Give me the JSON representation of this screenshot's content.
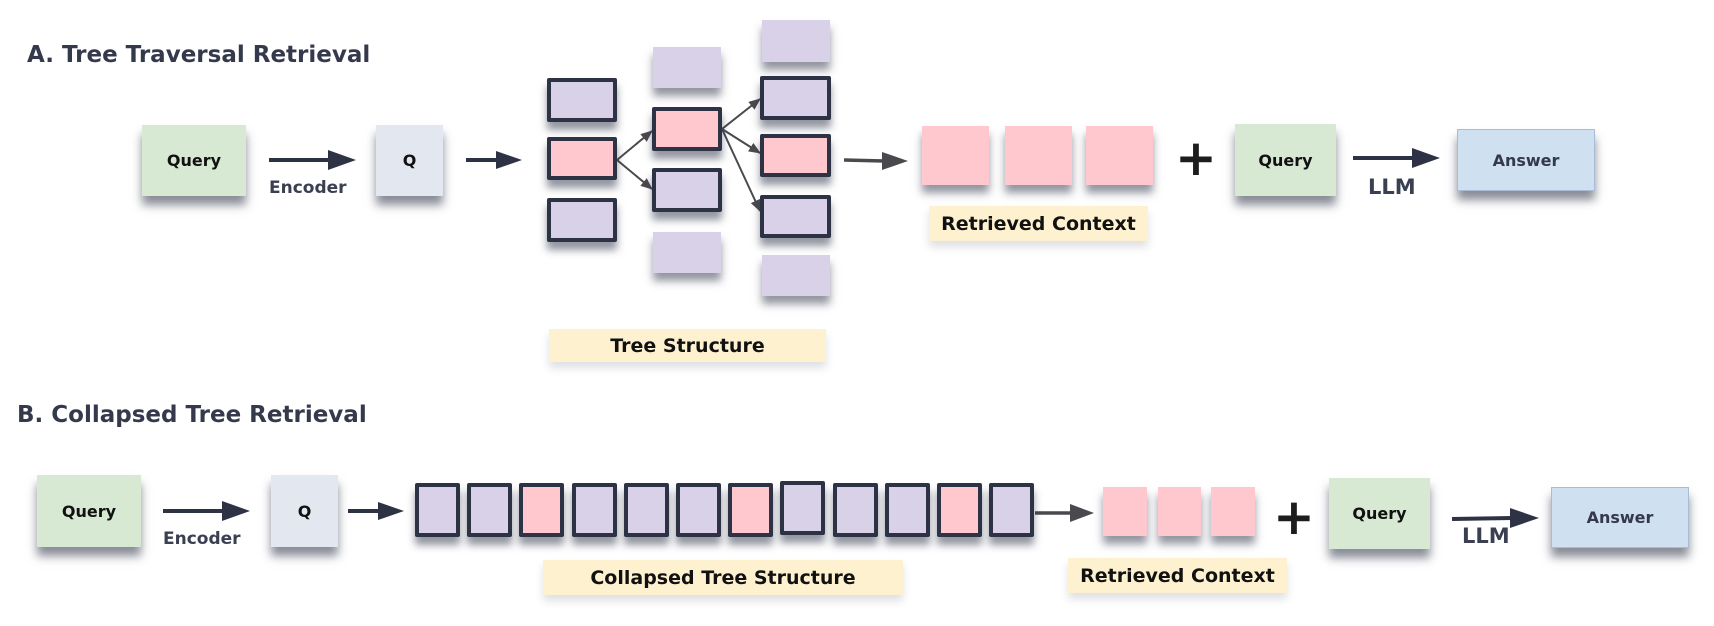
{
  "section_a": {
    "title": "A.  Tree Traversal Retrieval",
    "query_label": "Query",
    "encoder_label": "Encoder",
    "q_label": "Q",
    "tree_label": "Tree Structure",
    "tree_columns": [
      {
        "nodes": [
          {
            "color": "lavender",
            "bordered": true
          },
          {
            "color": "pink",
            "bordered": true
          },
          {
            "color": "lavender",
            "bordered": true
          }
        ]
      },
      {
        "nodes": [
          {
            "color": "lavender",
            "bordered": false
          },
          {
            "color": "pink",
            "bordered": true
          },
          {
            "color": "lavender",
            "bordered": true
          },
          {
            "color": "lavender",
            "bordered": false
          }
        ]
      },
      {
        "nodes": [
          {
            "color": "lavender",
            "bordered": false
          },
          {
            "color": "lavender",
            "bordered": true
          },
          {
            "color": "pink",
            "bordered": true
          },
          {
            "color": "lavender",
            "bordered": true
          },
          {
            "color": "lavender",
            "bordered": false
          }
        ]
      }
    ],
    "retrieved_count": 3,
    "retrieved_label": "Retrieved Context",
    "plus": "+",
    "query2_label": "Query",
    "llm_label": "LLM",
    "answer_label": "Answer"
  },
  "section_b": {
    "title": "B. Collapsed Tree Retrieval",
    "query_label": "Query",
    "encoder_label": "Encoder",
    "q_label": "Q",
    "collapsed_nodes": [
      "lavender",
      "lavender",
      "pink",
      "lavender",
      "lavender",
      "lavender",
      "pink",
      "lavender",
      "lavender",
      "lavender",
      "pink",
      "lavender"
    ],
    "collapsed_label": "Collapsed Tree Structure",
    "retrieved_count": 3,
    "retrieved_label": "Retrieved Context",
    "plus": "+",
    "query2_label": "Query",
    "llm_label": "LLM",
    "answer_label": "Answer"
  },
  "colors": {
    "lavender": "#d8d1e7",
    "pink": "#ffc8cf",
    "query_green": "#d7e8d3",
    "q_gray": "#e3e7f0",
    "answer_blue": "#cfe0f1",
    "label_yellow": "#fdf1cf",
    "ink": "#2d3344"
  }
}
